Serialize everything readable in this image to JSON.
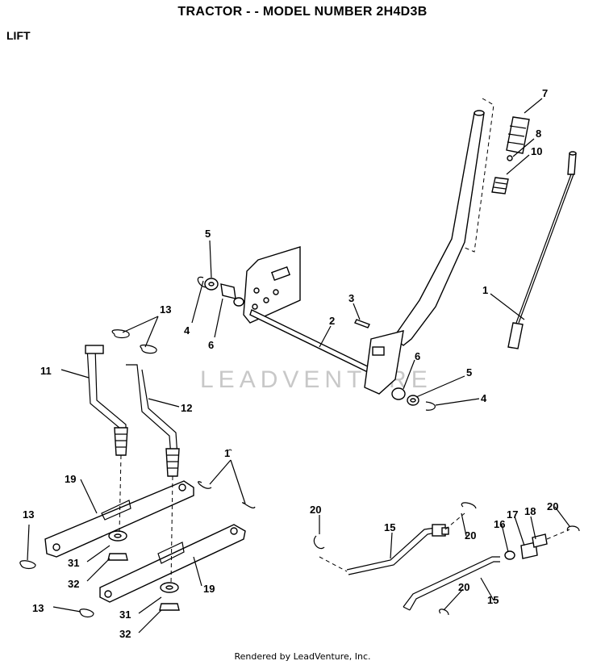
{
  "header": {
    "title": "TRACTOR - - MODEL NUMBER 2H4D3B",
    "section": "LIFT"
  },
  "watermark": "LEADVENTURE",
  "footer": "Rendered by LeadVenture, Inc.",
  "callouts": [
    {
      "id": "c7",
      "text": "7"
    },
    {
      "id": "c8",
      "text": "8"
    },
    {
      "id": "c10",
      "text": "10"
    },
    {
      "id": "c1",
      "text": "1"
    },
    {
      "id": "c5a",
      "text": "5"
    },
    {
      "id": "c4a",
      "text": "4"
    },
    {
      "id": "c6a",
      "text": "6"
    },
    {
      "id": "c3",
      "text": "3"
    },
    {
      "id": "c2",
      "text": "2"
    },
    {
      "id": "c6b",
      "text": "6"
    },
    {
      "id": "c5b",
      "text": "5"
    },
    {
      "id": "c4b",
      "text": "4"
    },
    {
      "id": "c13a",
      "text": "13"
    },
    {
      "id": "c11",
      "text": "11"
    },
    {
      "id": "c12",
      "text": "12"
    },
    {
      "id": "c13b",
      "text": "1̑"
    },
    {
      "id": "c19a",
      "text": "19"
    },
    {
      "id": "c13c",
      "text": "13"
    },
    {
      "id": "c31a",
      "text": "31"
    },
    {
      "id": "c32a",
      "text": "32"
    },
    {
      "id": "c19b",
      "text": "19"
    },
    {
      "id": "c13d",
      "text": "13"
    },
    {
      "id": "c31b",
      "text": "31"
    },
    {
      "id": "c32b",
      "text": "32"
    },
    {
      "id": "c20a",
      "text": "20"
    },
    {
      "id": "c15a",
      "text": "15"
    },
    {
      "id": "c20b",
      "text": "20"
    },
    {
      "id": "c16",
      "text": "16"
    },
    {
      "id": "c17",
      "text": "17"
    },
    {
      "id": "c18",
      "text": "18"
    },
    {
      "id": "c20c",
      "text": "20"
    },
    {
      "id": "c20d",
      "text": "20"
    },
    {
      "id": "c15b",
      "text": "15"
    }
  ]
}
